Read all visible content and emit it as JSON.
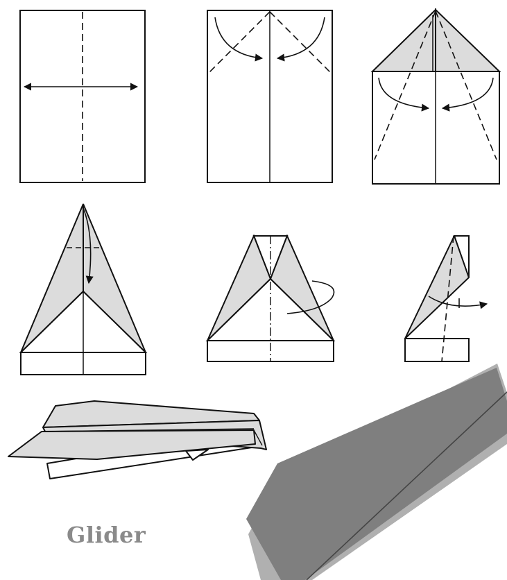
{
  "diagram": {
    "caption": "Glider",
    "steps": [
      {
        "step": 1,
        "action": "fold-in-half-vertical"
      },
      {
        "step": 2,
        "action": "fold-top-corners-to-center"
      },
      {
        "step": 3,
        "action": "fold-edges-to-center"
      },
      {
        "step": 4,
        "action": "fold-tip-down"
      },
      {
        "step": 5,
        "action": "fold-in-half"
      },
      {
        "step": 6,
        "action": "fold-wing-down"
      }
    ],
    "colors": {
      "line": "#111111",
      "paper": "#ffffff",
      "shade": "#dcdcdc",
      "photo_plane": "#7f7f7f",
      "photo_plane_edge": "#b0b0b0",
      "caption": "#8a8a8a"
    }
  }
}
